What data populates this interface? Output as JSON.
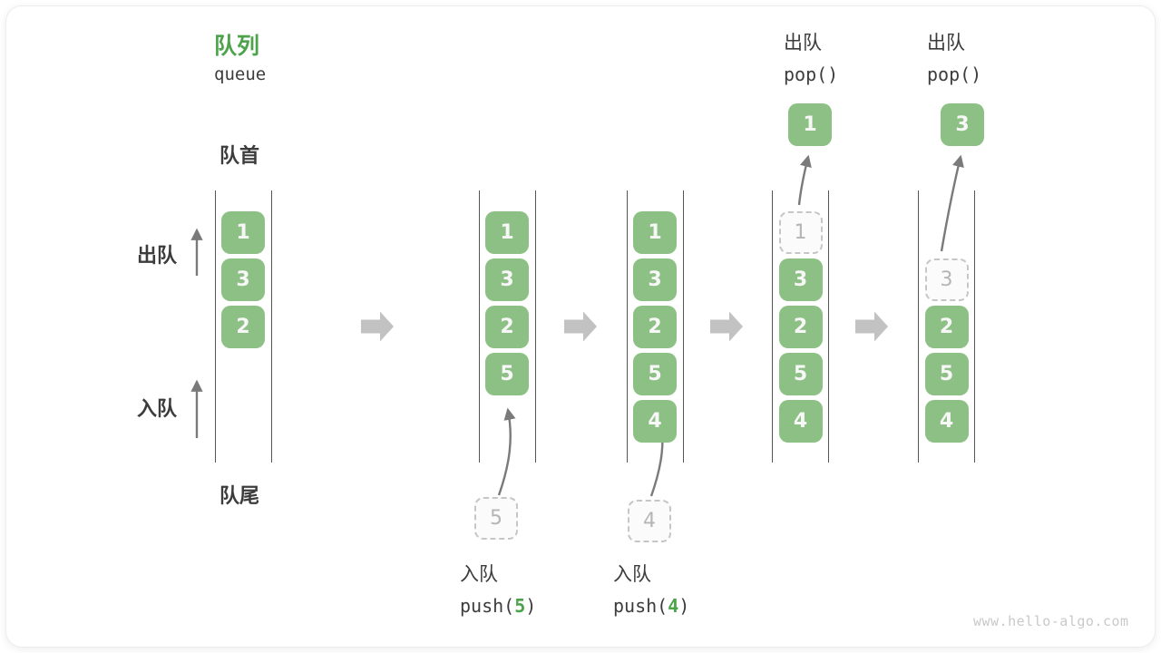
{
  "title": {
    "cn": "队列",
    "en": "queue"
  },
  "labels": {
    "front": "队首",
    "rear": "队尾",
    "dequeue": "出队",
    "enqueue": "入队"
  },
  "queues": [
    {
      "cells": [
        {
          "slot": 0,
          "value": "1",
          "style": "solid"
        },
        {
          "slot": 1,
          "value": "3",
          "style": "solid"
        },
        {
          "slot": 2,
          "value": "2",
          "style": "solid"
        }
      ]
    },
    {
      "cells": [
        {
          "slot": 0,
          "value": "1",
          "style": "solid"
        },
        {
          "slot": 1,
          "value": "3",
          "style": "solid"
        },
        {
          "slot": 2,
          "value": "2",
          "style": "solid"
        },
        {
          "slot": 3,
          "value": "5",
          "style": "solid"
        }
      ],
      "staged": {
        "value": "5"
      }
    },
    {
      "cells": [
        {
          "slot": 0,
          "value": "1",
          "style": "solid"
        },
        {
          "slot": 1,
          "value": "3",
          "style": "solid"
        },
        {
          "slot": 2,
          "value": "2",
          "style": "solid"
        },
        {
          "slot": 3,
          "value": "5",
          "style": "solid"
        },
        {
          "slot": 4,
          "value": "4",
          "style": "solid"
        }
      ],
      "staged": {
        "value": "4"
      }
    },
    {
      "cells": [
        {
          "slot": 0,
          "value": "1",
          "style": "dashed"
        },
        {
          "slot": 1,
          "value": "3",
          "style": "solid"
        },
        {
          "slot": 2,
          "value": "2",
          "style": "solid"
        },
        {
          "slot": 3,
          "value": "5",
          "style": "solid"
        },
        {
          "slot": 4,
          "value": "4",
          "style": "solid"
        }
      ],
      "popped": {
        "value": "1"
      }
    },
    {
      "cells": [
        {
          "slot": 1,
          "value": "3",
          "style": "dashed"
        },
        {
          "slot": 2,
          "value": "2",
          "style": "solid"
        },
        {
          "slot": 3,
          "value": "5",
          "style": "solid"
        },
        {
          "slot": 4,
          "value": "4",
          "style": "solid"
        }
      ],
      "popped": {
        "value": "3"
      }
    }
  ],
  "operations": {
    "push_first": {
      "label": "入队",
      "code_prefix": "push(",
      "code_arg": "5",
      "code_suffix": ")"
    },
    "push_second": {
      "label": "入队",
      "code_prefix": "push(",
      "code_arg": "4",
      "code_suffix": ")"
    },
    "pop_first": {
      "label": "出队",
      "code": "pop()"
    },
    "pop_second": {
      "label": "出队",
      "code": "pop()"
    }
  },
  "watermark": "www.hello-algo.com",
  "colors": {
    "cell_green": "#8dc084",
    "accent_green_text": "#4ca34a",
    "dark_text": "#3c3c3c",
    "flow_arrow_gray": "#c2c2c2",
    "thin_arrow_gray": "#7a7a7a",
    "dashed_border": "#c6c6c6",
    "dashed_text": "#b5b5b5",
    "queue_line": "#555555",
    "watermark_gray": "#c9c9c9"
  }
}
